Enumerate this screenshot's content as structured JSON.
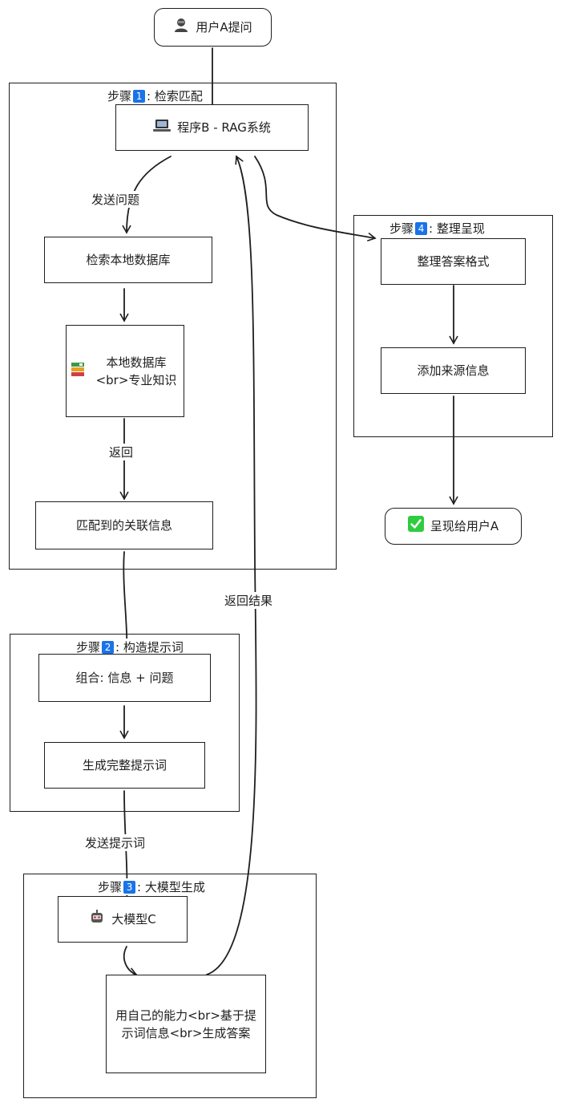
{
  "nodes": {
    "user_ask": "用户A提问",
    "rag_system": "程序B - RAG系统",
    "search_db": "检索本地数据库",
    "local_db": "本地数据库<br>专业知识",
    "matched_info": "匹配到的关联信息",
    "combine": "组合: 信息 + 问题",
    "gen_prompt": "生成完整提示词",
    "llm": "大模型C",
    "llm_answer": "用自己的能力<br>基于提示词信息<br>生成答案",
    "format": "整理答案格式",
    "add_source": "添加来源信息",
    "present": "呈现给用户A"
  },
  "frames": {
    "step1": {
      "prefix": "步骤",
      "num": "1",
      "suffix": ": 检索匹配"
    },
    "step2": {
      "prefix": "步骤",
      "num": "2",
      "suffix": ": 构造提示词"
    },
    "step3": {
      "prefix": "步骤",
      "num": "3",
      "suffix": ": 大模型生成"
    },
    "step4": {
      "prefix": "步骤",
      "num": "4",
      "suffix": ": 整理呈现"
    }
  },
  "edge_labels": {
    "send_question": "发送问题",
    "return": "返回",
    "return_result": "返回结果",
    "send_prompt": "发送提示词"
  },
  "icons": {
    "user": "user-icon",
    "laptop": "laptop-icon",
    "books": "books-icon",
    "robot": "robot-icon",
    "check": "check-icon"
  },
  "colors": {
    "stroke": "#1e1e1e",
    "badge": "#1a73e8",
    "check": "#2ecc40"
  }
}
